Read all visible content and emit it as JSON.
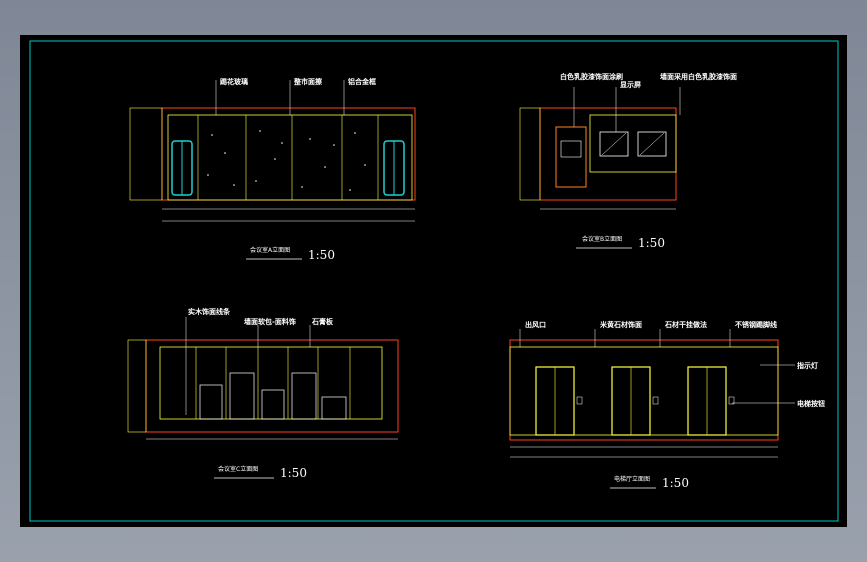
{
  "colors": {
    "background": "#8a919e",
    "sheet": "#000000",
    "border": "#00c8c8",
    "wall": "#ff4020",
    "panel": "#ffff40",
    "annotation": "#ffffff",
    "door": "#20d0d0"
  },
  "views": {
    "a": {
      "callouts": [
        "踢花玻璃",
        "整市面擦",
        "铝合金框"
      ],
      "title": "会议室A立面图",
      "scale": "1:50"
    },
    "b": {
      "callouts": [
        "白色乳胶漆饰面涂刷",
        "显示屏",
        "墙面采用白色乳胶漆饰面"
      ],
      "title": "会议室B立面图",
      "scale": "1:50"
    },
    "c": {
      "callouts": [
        "实木饰面线条",
        "墙面软包-面料饰",
        "石膏板"
      ],
      "title": "会议室C立面图",
      "scale": "1:50"
    },
    "d": {
      "callouts": [
        "出风口",
        "米黄石材饰面",
        "石材干挂做法",
        "不锈钢踢脚线",
        "指示灯",
        "电梯按钮"
      ],
      "title": "电梯厅立面图",
      "scale": "1:50"
    }
  }
}
